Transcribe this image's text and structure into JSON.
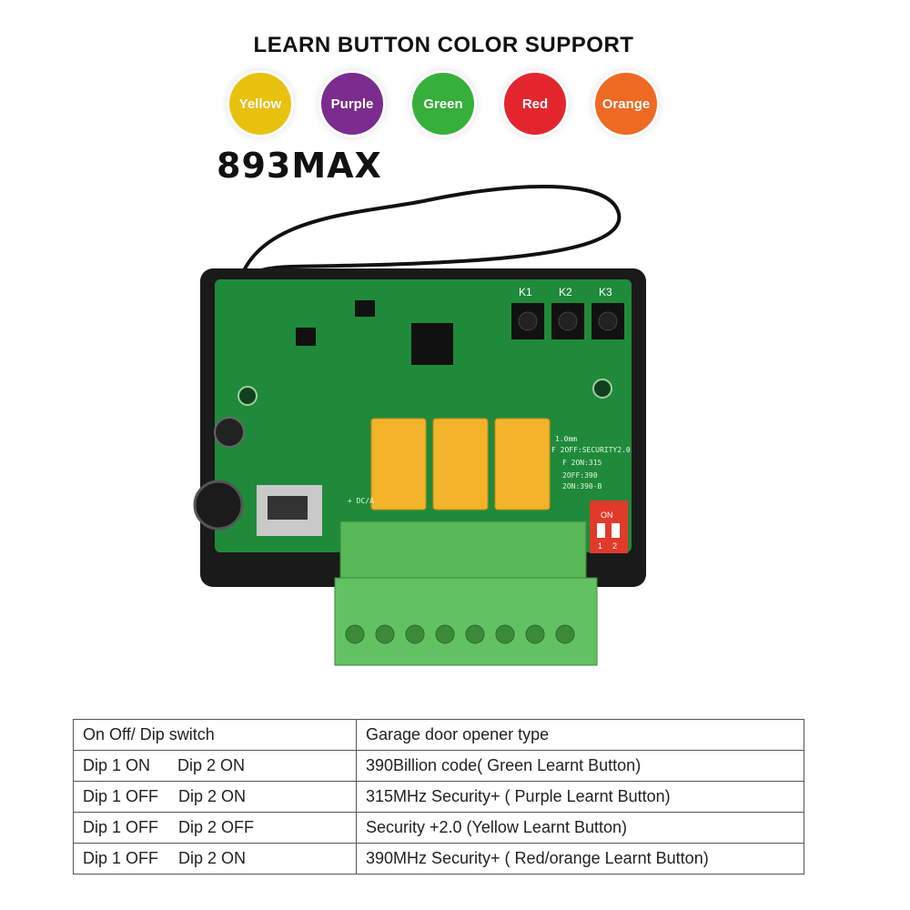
{
  "heading": "LEARN BUTTON COLOR SUPPORT",
  "swatches": [
    {
      "label": "Yellow",
      "color": "#e8c20f"
    },
    {
      "label": "Purple",
      "color": "#7b2c8e"
    },
    {
      "label": "Green",
      "color": "#36b03a"
    },
    {
      "label": "Red",
      "color": "#e3262e"
    },
    {
      "label": "Orange",
      "color": "#ee6a22"
    }
  ],
  "model": "893MAX",
  "board": {
    "buttons": [
      "K1",
      "K2",
      "K3"
    ],
    "dip_label": "ON",
    "dip_numbers": [
      "1",
      "2"
    ],
    "silkscreen": [
      "1.0mm",
      "F 2OFF:SECURITY2.0",
      "F 2ON:315",
      "2OFF:390",
      "2ON:390-B",
      "+ DC/A"
    ],
    "pcb_color": "#1f8a3a",
    "relay_color": "#f3b32a",
    "terminal_color": "#58b858"
  },
  "table": {
    "headers": [
      "On Off/ Dip switch",
      "Garage door opener type"
    ],
    "rows": [
      {
        "dip1": "Dip 1 ON",
        "dip2": "Dip 2 ON",
        "type": "390Billion code( Green Learnt Button)"
      },
      {
        "dip1": "Dip 1 OFF",
        "dip2": "Dip 2 ON",
        "type": "315MHz Security+ ( Purple Learnt Button)"
      },
      {
        "dip1": "Dip 1 OFF",
        "dip2": "Dip 2 OFF",
        "type": "Security +2.0 (Yellow Learnt Button)"
      },
      {
        "dip1": "Dip 1 OFF",
        "dip2": "Dip 2 ON",
        "type": "390MHz Security+ ( Red/orange Learnt Button)"
      }
    ]
  }
}
